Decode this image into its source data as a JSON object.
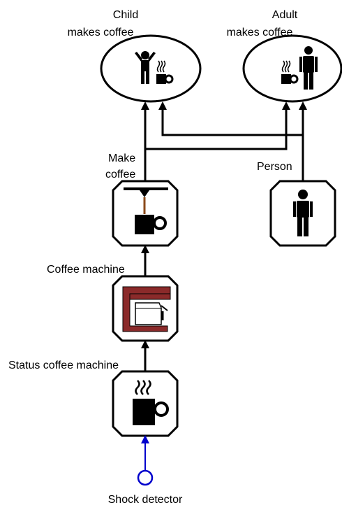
{
  "nodes": {
    "child_makes_coffee": {
      "label_line1": "Child",
      "label_line2": "makes coffee",
      "icon": "child-with-coffee-icon"
    },
    "adult_makes_coffee": {
      "label_line1": "Adult",
      "label_line2": "makes coffee",
      "icon": "adult-with-coffee-icon"
    },
    "make_coffee": {
      "label_line1": "Make",
      "label_line2": "coffee",
      "icon": "coffee-dispensing-icon"
    },
    "person": {
      "label": "Person",
      "icon": "person-icon"
    },
    "coffee_machine": {
      "label": "Coffee machine",
      "icon": "coffee-machine-icon"
    },
    "status_coffee_machine": {
      "label": "Status coffee machine",
      "icon": "hot-coffee-cup-icon"
    },
    "shock_detector": {
      "label": "Shock detector",
      "icon": "sensor-circle-icon"
    }
  },
  "colors": {
    "sensor_link": "#0000cc",
    "machine_body": "#8b2a2a",
    "coffee": "#8b4a1a",
    "line": "#000000"
  }
}
